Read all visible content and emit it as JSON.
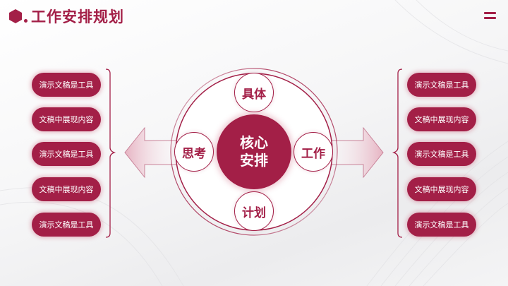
{
  "header": {
    "title": "工作安排规划",
    "menu_icon": "hamburger-menu-icon"
  },
  "colors": {
    "accent": "#a31f47",
    "background": "#f4f4f5",
    "text_on_accent": "#ffffff"
  },
  "left_list": {
    "items": [
      {
        "label": "演示文稿是工具"
      },
      {
        "label": "文稿中展现内容"
      },
      {
        "label": "演示文稿是工具"
      },
      {
        "label": "文稿中展现内容"
      },
      {
        "label": "演示文稿是工具"
      }
    ]
  },
  "right_list": {
    "items": [
      {
        "label": "演示文稿是工具"
      },
      {
        "label": "文稿中展现内容"
      },
      {
        "label": "演示文稿是工具"
      },
      {
        "label": "文稿中展现内容"
      },
      {
        "label": "演示文稿是工具"
      }
    ]
  },
  "diagram": {
    "core": {
      "line1": "核心",
      "line2": "安排"
    },
    "satellites": {
      "top": "具体",
      "left": "思考",
      "right": "工作",
      "bottom": "计划"
    }
  }
}
